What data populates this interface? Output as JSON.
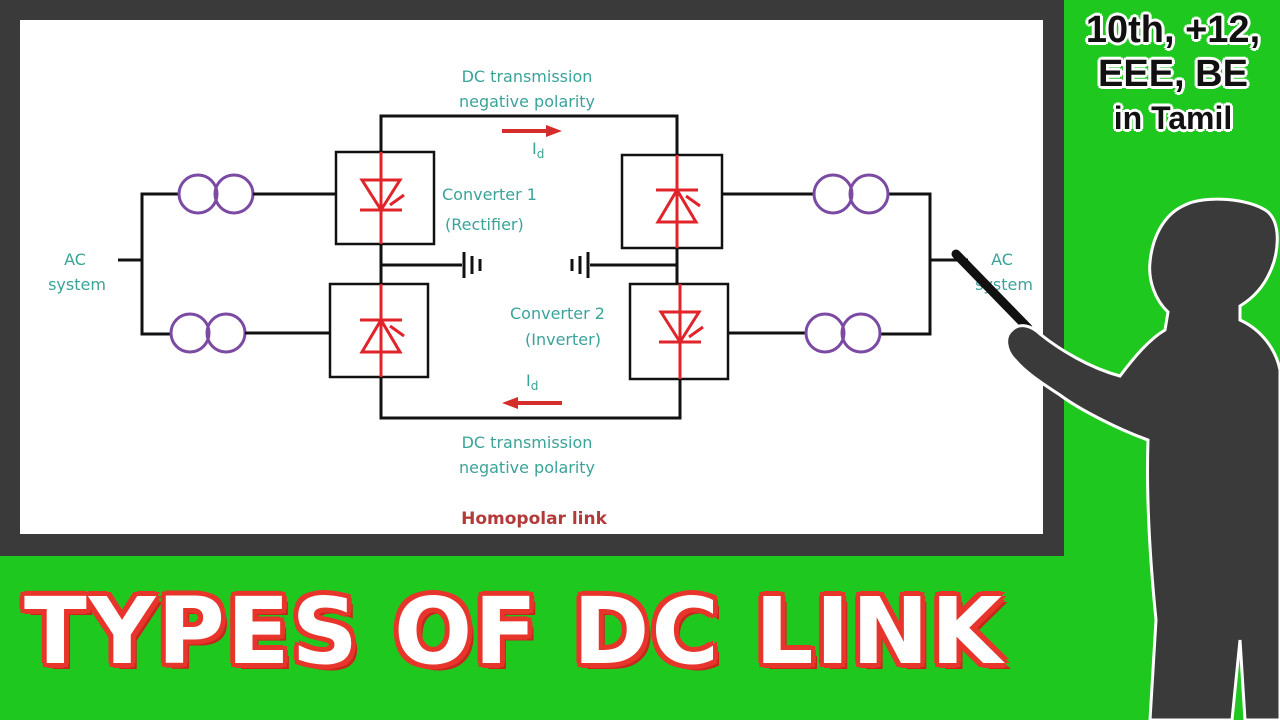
{
  "diagram": {
    "top_line_label_1": "DC transmission",
    "top_line_label_2": "negative polarity",
    "bottom_line_label_1": "DC transmission",
    "bottom_line_label_2": "negative polarity",
    "current_symbol": "I",
    "current_subscript": "d",
    "converter1_line1": "Converter 1",
    "converter1_line2": "(Rectifier)",
    "converter2_line1": "Converter 2",
    "converter2_line2": "(Inverter)",
    "ac_left_line1": "AC",
    "ac_left_line2": "system",
    "ac_right_line1": "AC",
    "ac_right_line2": "system",
    "caption": "Homopolar link"
  },
  "badge": {
    "line1": "10th, +12,",
    "line2": "EEE, BE",
    "line3": "in Tamil"
  },
  "headline": "TYPES OF DC LINK",
  "colors": {
    "background": "#1fc81f",
    "board_frame": "#3a3a3a",
    "headline_outline": "#e8352b",
    "thyristor": "#e0242a",
    "transformer": "#7b4aa3",
    "label_text": "#3aa39a",
    "caption": "#b43a3a"
  }
}
